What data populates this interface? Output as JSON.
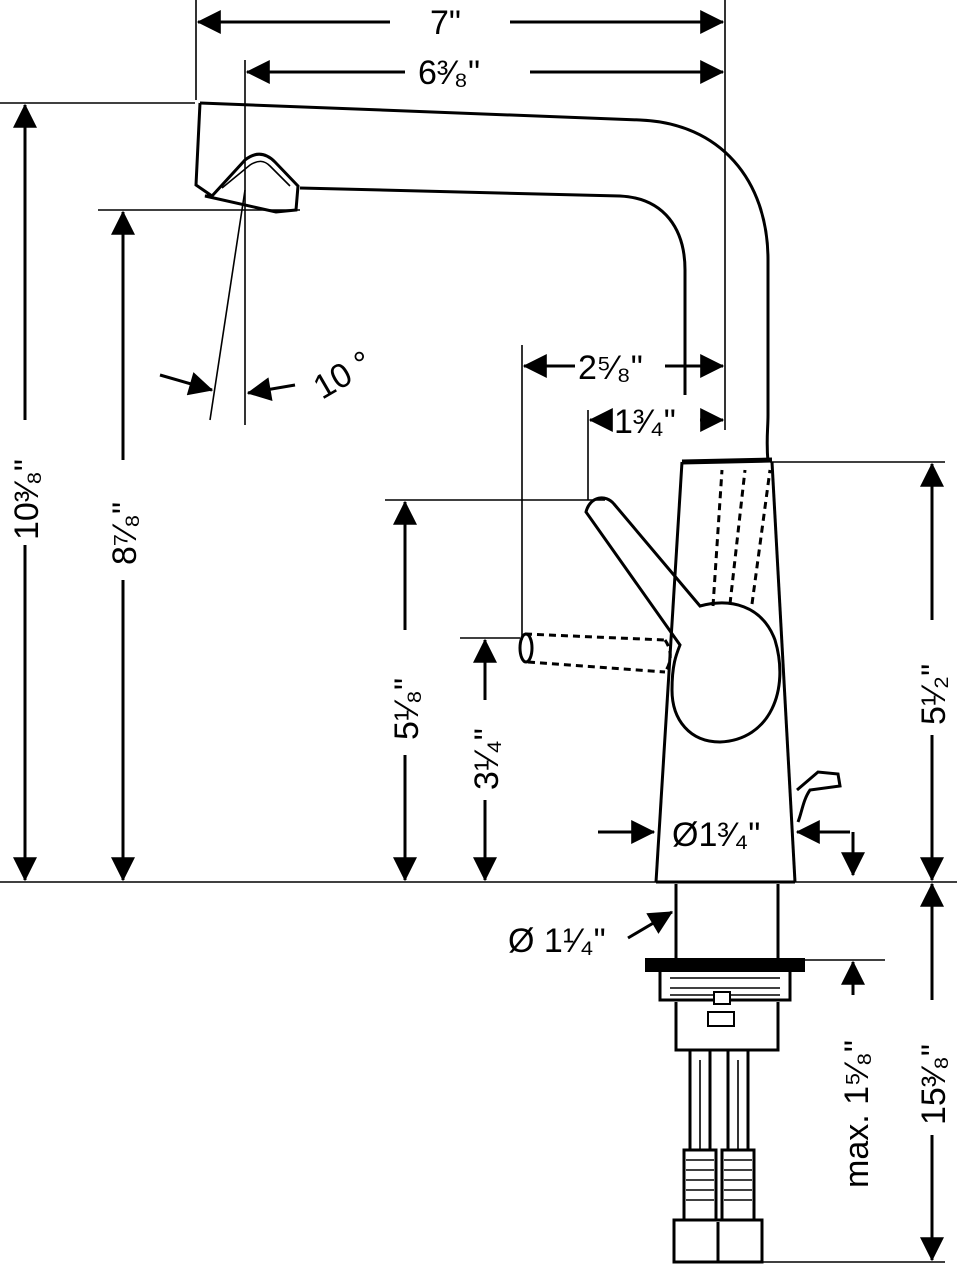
{
  "dimensions": {
    "spout_reach_total": "7\"",
    "spout_reach_aerator": "6³⁄₈\"",
    "spout_angle": "10 °",
    "overall_height": "10³⁄₈\"",
    "spout_outlet_height": "8⁷⁄₈\"",
    "handle_reach": "2⁵⁄₈\"",
    "handle_offset": "1³⁄₄\"",
    "handle_top_height": "5¹⁄₈\"",
    "pop_up_height": "3¹⁄₄\"",
    "body_height": "5¹⁄₂\"",
    "base_diameter": "Ø1³⁄₄\"",
    "shank_diameter": "Ø 1¹⁄₄\"",
    "max_deck_thickness": "max. 1⁵⁄₈\"",
    "shank_length": "15³⁄₈\""
  }
}
